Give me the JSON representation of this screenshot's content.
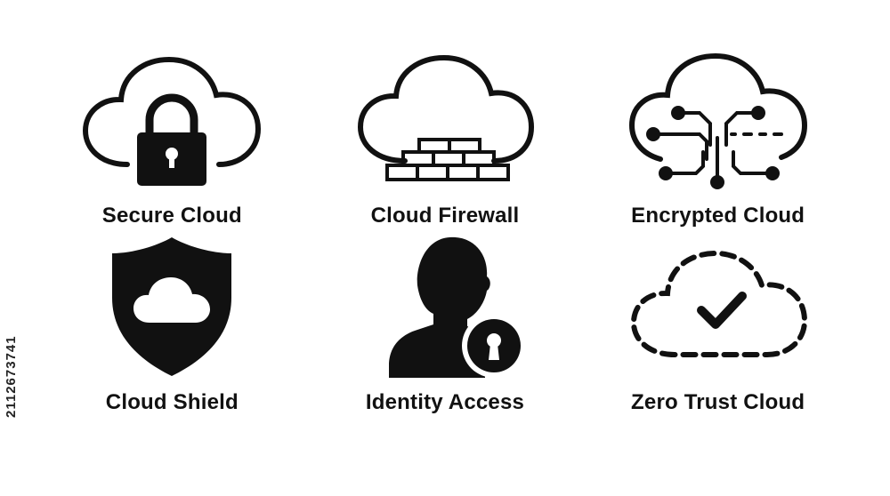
{
  "items": [
    {
      "label": "Secure Cloud",
      "icon": "cloud-lock-icon"
    },
    {
      "label": "Cloud Firewall",
      "icon": "cloud-firewall-icon"
    },
    {
      "label": "Encrypted Cloud",
      "icon": "cloud-circuit-icon"
    },
    {
      "label": "Cloud Shield",
      "icon": "shield-cloud-icon"
    },
    {
      "label": "Identity Access",
      "icon": "person-keyhole-icon"
    },
    {
      "label": "Zero Trust Cloud",
      "icon": "dashed-cloud-check-icon"
    }
  ],
  "stock_id": "2112673741",
  "colors": {
    "icon": "#111111",
    "background": "#ffffff"
  }
}
